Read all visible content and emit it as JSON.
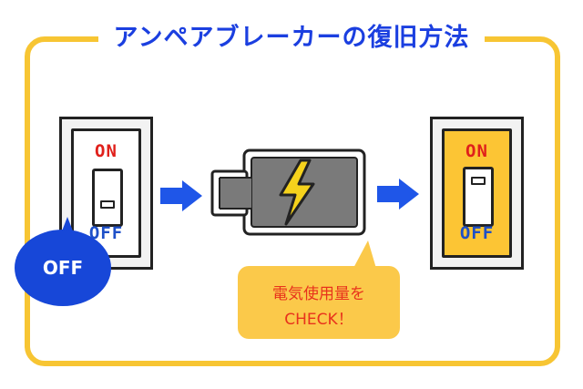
{
  "title": "アンペアブレーカーの復旧方法",
  "breaker_left": {
    "on_label": "ON",
    "off_label": "OFF"
  },
  "breaker_right": {
    "on_label": "ON",
    "off_label": "OFF"
  },
  "off_bubble": "OFF",
  "callout": {
    "line1": "電気使用量を",
    "line2": "CHECK！"
  },
  "colors": {
    "frame": "#f7c533",
    "title": "#1b3fe0",
    "arrow": "#1f56e8",
    "on_red": "#e0201b",
    "off_blue": "#1e50c8",
    "battery_body": "#7a7a7a",
    "bolt": "#f5d21c",
    "breaker_on_bg": "#fcc534",
    "callout_bg": "#fbc94a",
    "callout_text": "#e8321c",
    "bubble": "#1747d8"
  },
  "icons": [
    "arrow-right-icon",
    "battery-icon",
    "lightning-bolt-icon",
    "breaker-switch-icon"
  ]
}
